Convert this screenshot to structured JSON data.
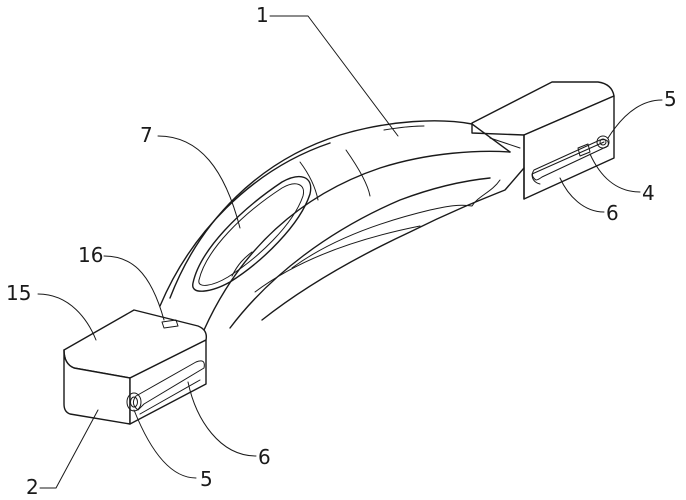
{
  "labels": {
    "l1": "1",
    "l2": "2",
    "l4": "4",
    "l5a": "5",
    "l5b": "5",
    "l6a": "6",
    "l6b": "6",
    "l7": "7",
    "l15": "15",
    "l16": "16"
  },
  "colors": {
    "line": "#1a1a1a",
    "background": "#ffffff"
  }
}
